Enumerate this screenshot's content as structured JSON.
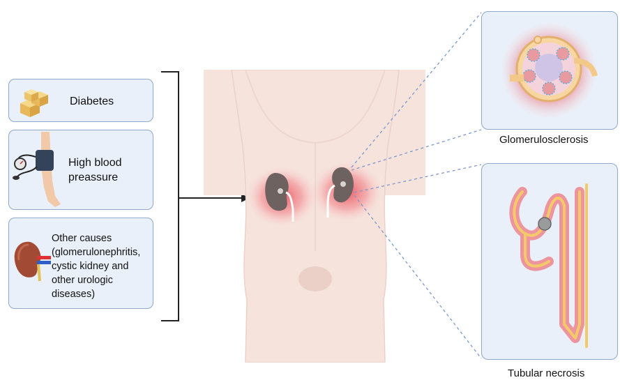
{
  "causes": [
    {
      "label": "Diabetes",
      "icon": "sugar-cubes-icon"
    },
    {
      "label": "High blood preassure",
      "icon": "blood-pressure-cuff-icon"
    },
    {
      "label": "Other causes (glomerulonephritis, cystic kidney and other urologic diseases)",
      "icon": "kidney-icon"
    }
  ],
  "outcomes": {
    "top_caption": "Glomerulosclerosis",
    "bottom_caption": "Tubular necrosis"
  },
  "colors": {
    "box_fill": "#eaf0f9",
    "box_border": "#8fa8cc",
    "inflammation": "#e8283a",
    "body": "#f6e3dc"
  }
}
